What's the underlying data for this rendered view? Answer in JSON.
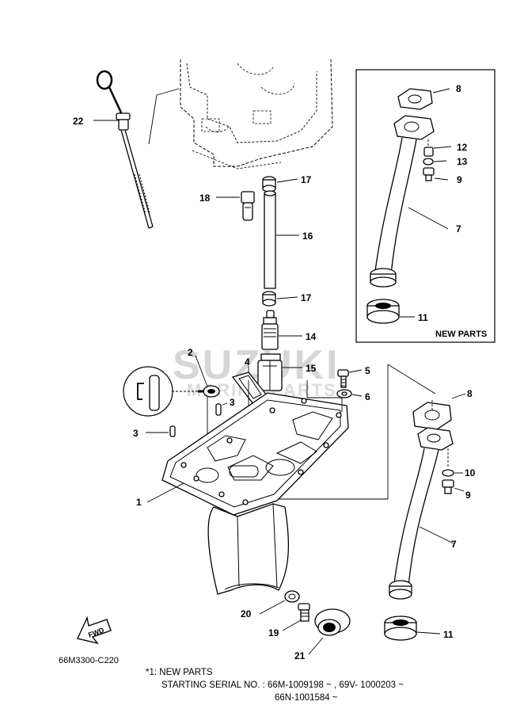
{
  "diagram": {
    "code": "66M3300-C220",
    "inset_title": "NEW PARTS",
    "fwd_label": "FWD",
    "callouts": {
      "c1": "1",
      "c2": "2",
      "c3a": "3",
      "c3b": "3",
      "c4": "4",
      "c5": "5",
      "c6": "6",
      "c7a": "7",
      "c7b": "7",
      "c8a": "8",
      "c8b": "8",
      "c9a": "9",
      "c9b": "9",
      "c10": "10",
      "c11a": "11",
      "c11b": "11",
      "c12": "12",
      "c13": "13",
      "c14": "14",
      "c15": "15",
      "c16": "16",
      "c17a": "17",
      "c17b": "17",
      "c18": "18",
      "c19": "19",
      "c20": "20",
      "c21": "21",
      "c22": "22"
    },
    "footnote": {
      "line1": "*1: NEW PARTS",
      "line2": "STARTING SERIAL NO. : 66M-1009198 ~ , 69V- 1000203 ~",
      "line3": "66N-1001584 ~"
    },
    "watermark": {
      "line1": "SUZUKI",
      "line2": "MARINE PARTS"
    }
  }
}
